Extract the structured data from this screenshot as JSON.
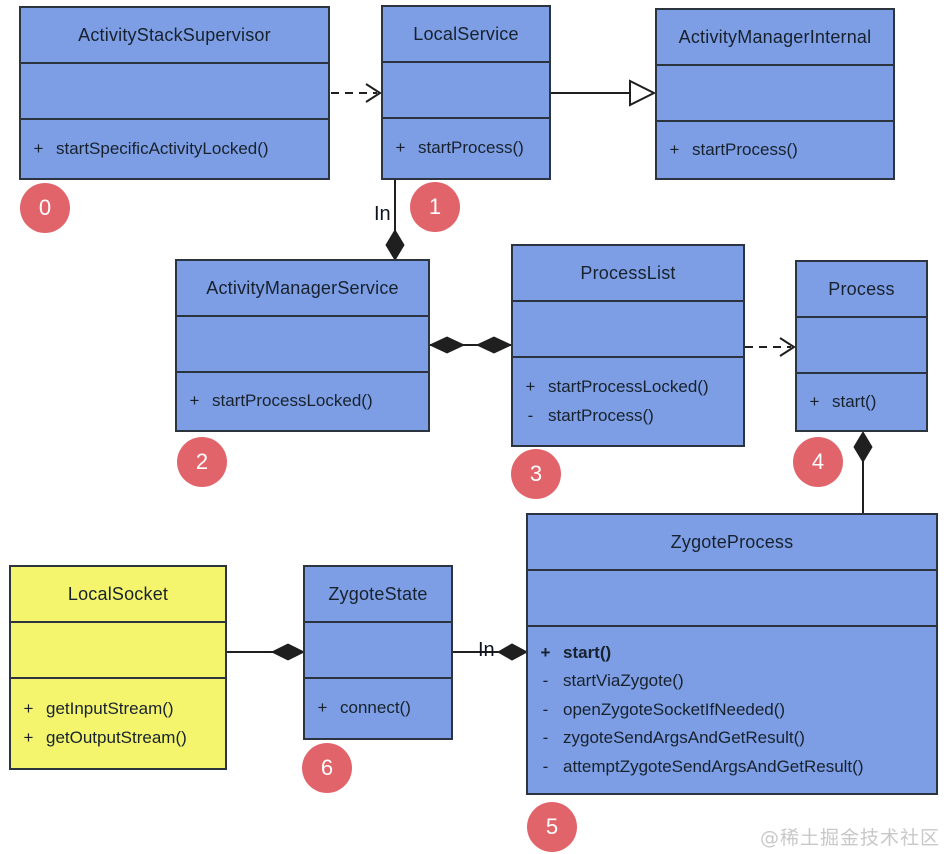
{
  "diagram": {
    "classes": [
      {
        "name": "ActivityStackSupervisor",
        "methods": [
          {
            "sign": "+",
            "text": "startSpecificActivityLocked()"
          }
        ]
      },
      {
        "name": "LocalService",
        "methods": [
          {
            "sign": "+",
            "text": "startProcess()"
          }
        ]
      },
      {
        "name": "ActivityManagerInternal",
        "methods": [
          {
            "sign": "+",
            "text": "startProcess()"
          }
        ]
      },
      {
        "name": "ActivityManagerService",
        "methods": [
          {
            "sign": "+",
            "text": "startProcessLocked()"
          }
        ]
      },
      {
        "name": "ProcessList",
        "methods": [
          {
            "sign": "+",
            "text": "startProcessLocked()"
          },
          {
            "sign": "-",
            "text": "startProcess()"
          }
        ]
      },
      {
        "name": "Process",
        "methods": [
          {
            "sign": "+",
            "text": "start()"
          }
        ]
      },
      {
        "name": "LocalSocket",
        "methods": [
          {
            "sign": "+",
            "text": "getInputStream()"
          },
          {
            "sign": "+",
            "text": "getOutputStream()"
          }
        ]
      },
      {
        "name": "ZygoteState",
        "methods": [
          {
            "sign": "+",
            "text": "connect()"
          }
        ]
      },
      {
        "name": "ZygoteProcess",
        "methods": [
          {
            "sign": "+",
            "text": "start()"
          },
          {
            "sign": "-",
            "text": "startViaZygote()"
          },
          {
            "sign": "-",
            "text": "openZygoteSocketIfNeeded()"
          },
          {
            "sign": "-",
            "text": "zygoteSendArgsAndGetResult()"
          },
          {
            "sign": "-",
            "text": "attemptZygoteSendArgsAndGetResult()"
          }
        ]
      }
    ],
    "badges": [
      {
        "label": "0"
      },
      {
        "label": "1"
      },
      {
        "label": "2"
      },
      {
        "label": "3"
      },
      {
        "label": "4"
      },
      {
        "label": "5"
      },
      {
        "label": "6"
      }
    ],
    "edge_labels": {
      "in_top": "In",
      "in_bottom": "In"
    },
    "watermark": "@稀土掘金技术社区",
    "colors": {
      "class_fill": "#7d9ee4",
      "highlight_fill": "#f4f56d",
      "border": "#2c3440",
      "badge": "#e2646b",
      "line": "#1f1f1f"
    }
  }
}
